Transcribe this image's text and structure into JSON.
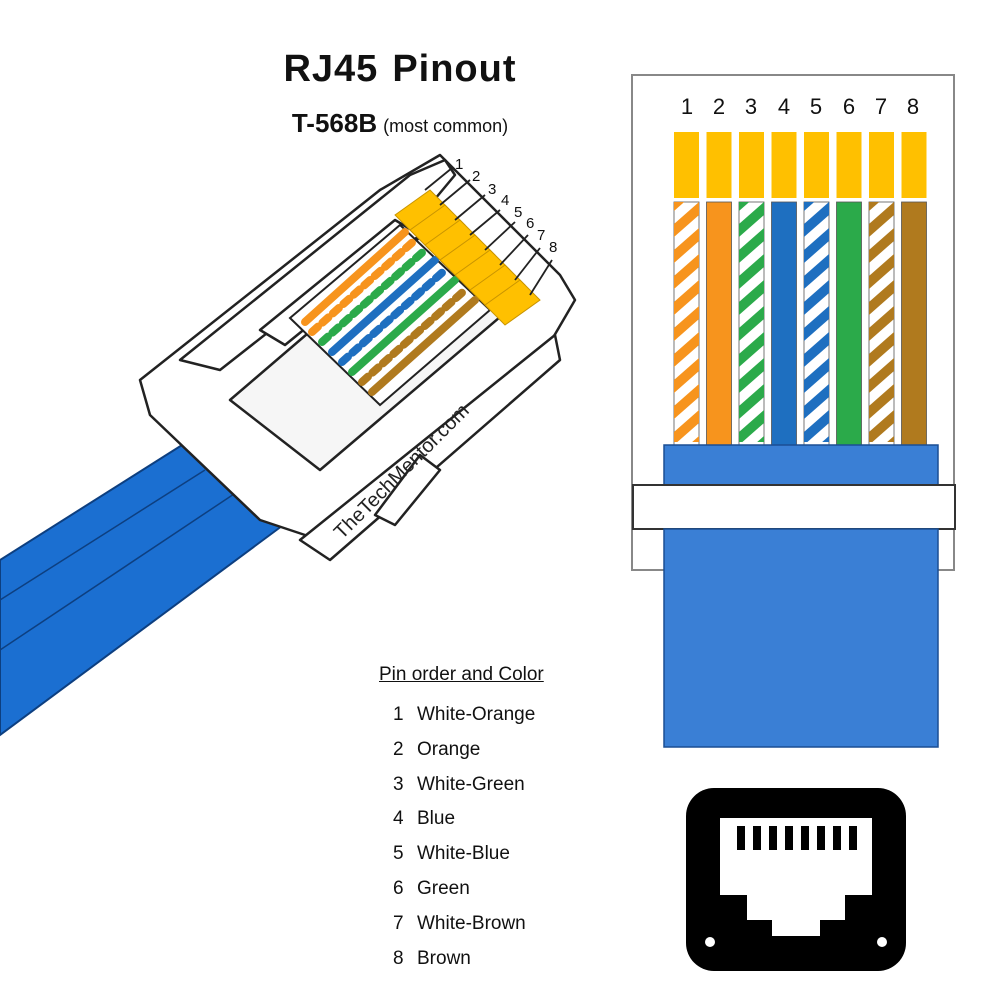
{
  "header": {
    "title_word1": "RJ45",
    "title_word2": "Pinout",
    "standard": "T-568B",
    "standard_note": "(most common)"
  },
  "watermark": "TheTechMentor.com",
  "legend": {
    "title": "Pin order and Color",
    "items": [
      {
        "num": "1",
        "label": "White-Orange"
      },
      {
        "num": "2",
        "label": "Orange"
      },
      {
        "num": "3",
        "label": "White-Green"
      },
      {
        "num": "4",
        "label": "Blue"
      },
      {
        "num": "5",
        "label": "White-Blue"
      },
      {
        "num": "6",
        "label": "Green"
      },
      {
        "num": "7",
        "label": "White-Brown"
      },
      {
        "num": "8",
        "label": "Brown"
      }
    ]
  },
  "pins": [
    {
      "num": "1",
      "color": "#F7941D",
      "striped": true
    },
    {
      "num": "2",
      "color": "#F7941D",
      "striped": false
    },
    {
      "num": "3",
      "color": "#2BAA4A",
      "striped": true
    },
    {
      "num": "4",
      "color": "#1E6FC0",
      "striped": false
    },
    {
      "num": "5",
      "color": "#1E6FC0",
      "striped": true
    },
    {
      "num": "6",
      "color": "#2BAA4A",
      "striped": false
    },
    {
      "num": "7",
      "color": "#B07A1E",
      "striped": true
    },
    {
      "num": "8",
      "color": "#B07A1E",
      "striped": false
    }
  ],
  "colors": {
    "contact_gold": "#FFC000",
    "cable_blue": "#3A7FD5",
    "cable_dark": "#1B5EB8",
    "icon_black": "#000000"
  },
  "icons": {
    "plug": "rj45-plug-icon",
    "jack": "ethernet-port-icon"
  }
}
